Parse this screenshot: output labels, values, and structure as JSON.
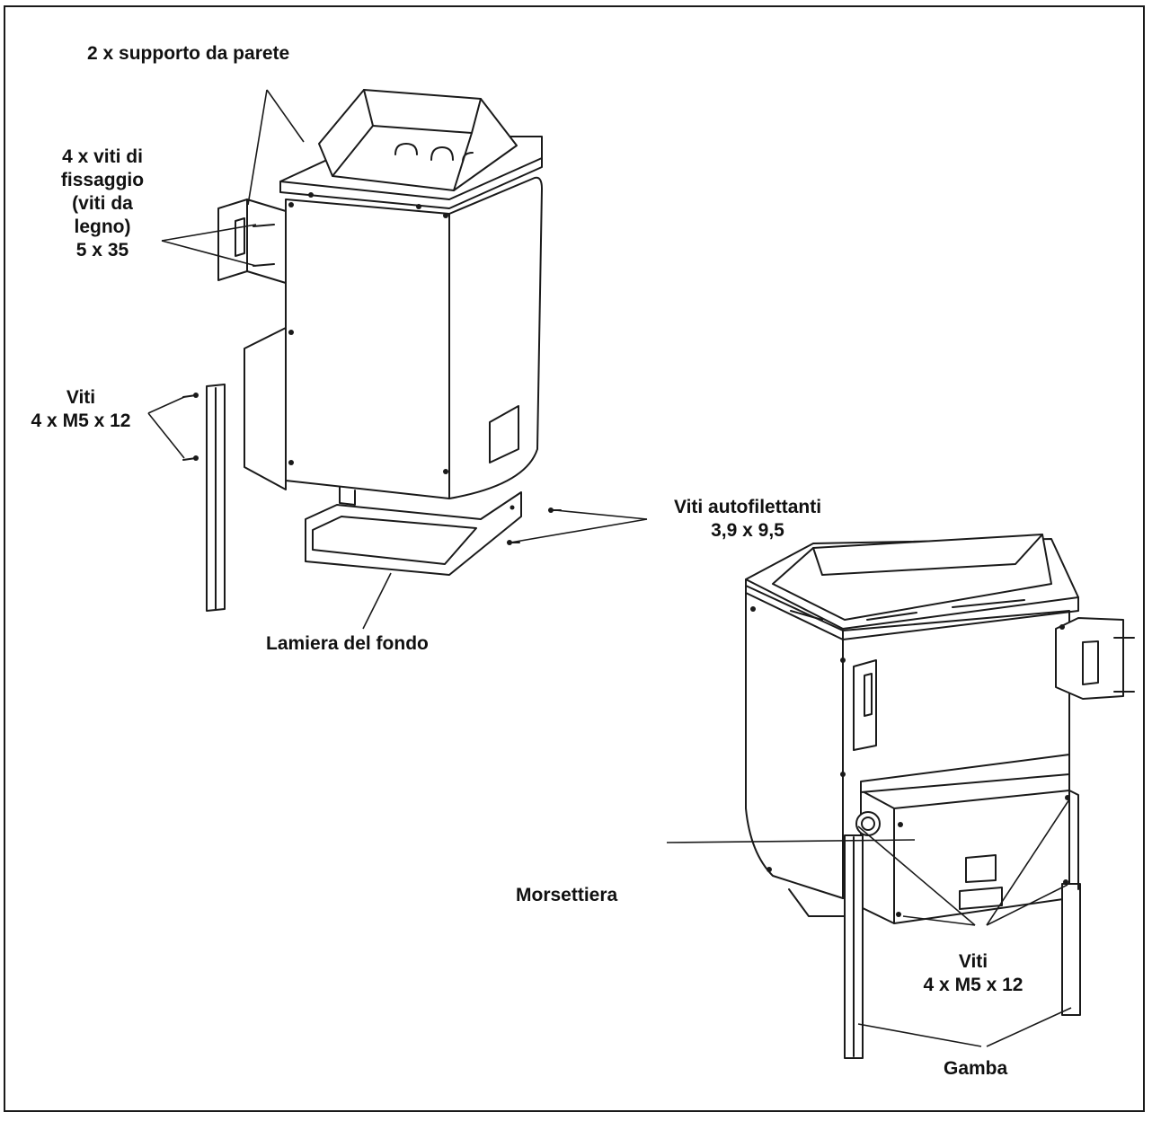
{
  "labels": {
    "wall_brackets": "2 x supporto da parete",
    "fixing_screws": [
      "4 x viti di",
      "fissaggio",
      "(viti da",
      "legno)",
      "5 x 35"
    ],
    "screws_left": [
      "Viti",
      "4 x M5 x 12"
    ],
    "self_tapping": [
      "Viti autofilettanti",
      "3,9 x 9,5"
    ],
    "bottom_plate": "Lamiera del fondo",
    "terminal_box": "Morsettiera",
    "screws_right": [
      "Viti",
      "4 x M5 x 12"
    ],
    "leg": "Gamba"
  }
}
